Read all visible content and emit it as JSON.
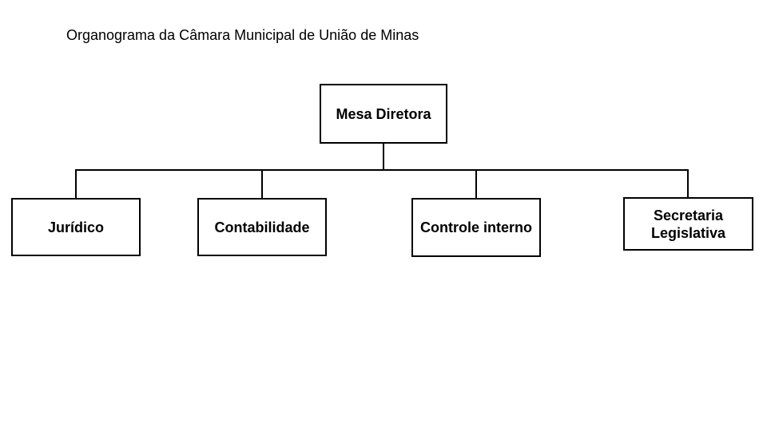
{
  "canvas": {
    "background_color": "#ffffff",
    "line_color": "#000000",
    "text_color": "#000000"
  },
  "title": "Organograma da Câmara Municipal de União de Minas",
  "org": {
    "root": {
      "label": "Mesa Diretora"
    },
    "children": [
      {
        "label": "Jurídico"
      },
      {
        "label": "Contabilidade"
      },
      {
        "label": "Controle interno"
      },
      {
        "label": "Secretaria Legislativa"
      }
    ]
  }
}
